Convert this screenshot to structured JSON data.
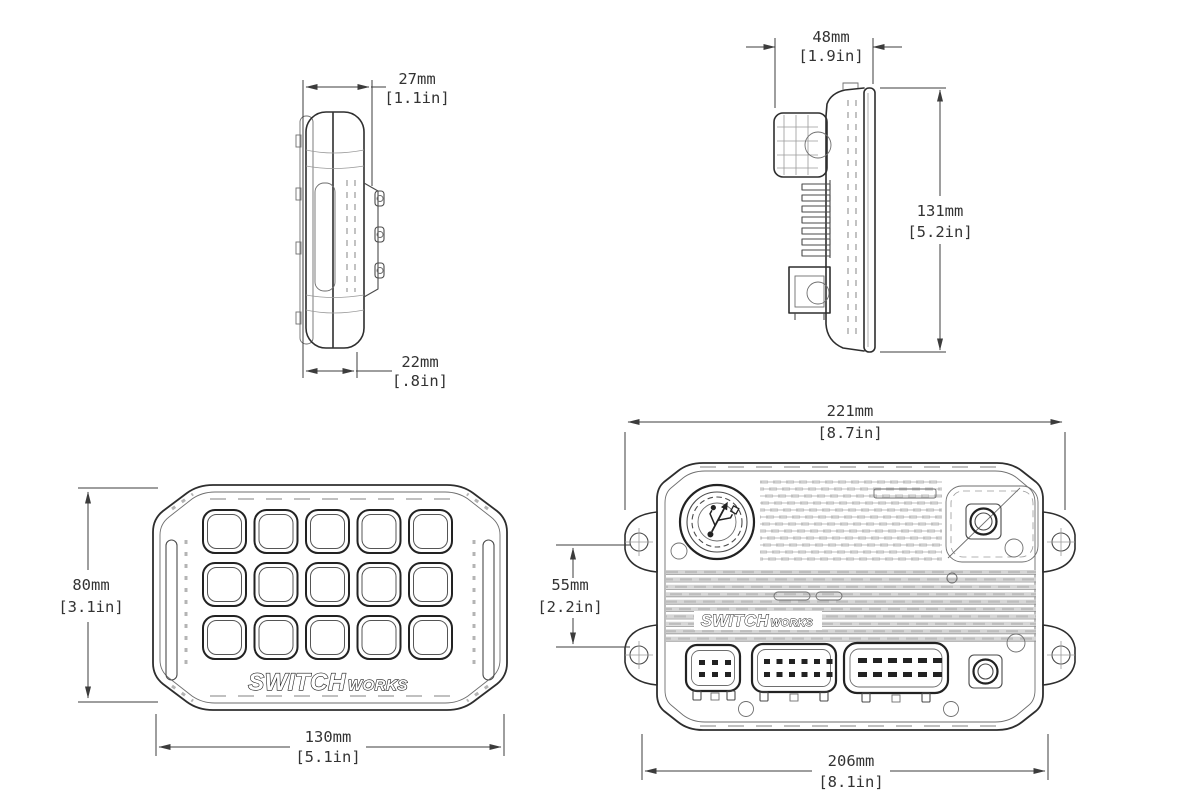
{
  "colors": {
    "background": "#ffffff",
    "line": "#2e2e2e",
    "dimension_text": "#333333",
    "hatch_gray": "#c9c9c9"
  },
  "brand": {
    "primary": "SWITCH",
    "secondary": "WORKS"
  },
  "views": {
    "keypad_side": {
      "dim_width_top": {
        "mm": "27mm",
        "inch": "[1.1in]"
      },
      "dim_width_bottom": {
        "mm": "22mm",
        "inch": "[.8in]"
      }
    },
    "controller_side": {
      "dim_depth": {
        "mm": "48mm",
        "inch": "[1.9in]"
      },
      "dim_height": {
        "mm": "131mm",
        "inch": "[5.2in]"
      }
    },
    "keypad_front": {
      "buttons": {
        "rows": 3,
        "cols": 5
      },
      "dim_height": {
        "mm": "80mm",
        "inch": "[3.1in]"
      },
      "dim_width": {
        "mm": "130mm",
        "inch": "[5.1in]"
      }
    },
    "controller_front": {
      "dim_width_overall": {
        "mm": "221mm",
        "inch": "[8.7in]"
      },
      "dim_mount_spacing": {
        "mm": "55mm",
        "inch": "[2.2in]"
      },
      "dim_width_body": {
        "mm": "206mm",
        "inch": "[8.1in]"
      }
    }
  },
  "icons": {
    "usb_cap": "usb-icon",
    "mount_hole": "crosshair-icon"
  }
}
